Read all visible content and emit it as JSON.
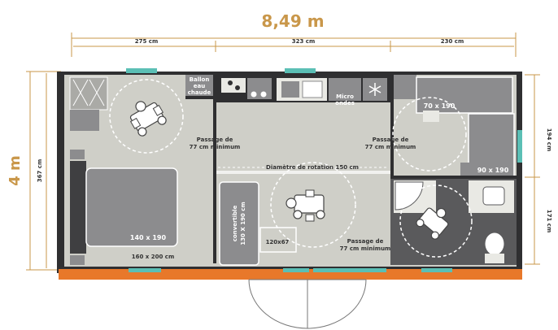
{
  "dimensions": {
    "length_total": "8,49 m",
    "seg1": "275 cm",
    "seg2": "323 cm",
    "seg3": "230 cm",
    "width_total": "4 m",
    "left_inner": "367 cm",
    "right_top": "194 cm",
    "right_bottom": "171 cm"
  },
  "labels": {
    "ballon_1": "Ballon",
    "ballon_2": "eau",
    "ballon_3": "chaude",
    "micro_1": "Micro",
    "micro_2": "ondes",
    "bed_main": "140 x 190",
    "bed_side": "160 x 200 cm",
    "bed_top_right": "70 x 190",
    "bed_bottom_right": "90 x 190",
    "table": "120x67",
    "convertible_1": "convertible",
    "convertible_2": "130 X 190 cm",
    "passage_1a": "Passage de",
    "passage_1b": "77 cm minimum",
    "passage_2a": "Passage de",
    "passage_2b": "77 cm minimum",
    "passage_3a": "Passage de",
    "passage_3b": "77 cm minimum",
    "rotation": "Diamètre de rotation 150 cm"
  },
  "colors": {
    "dimension_text": "#c9974a",
    "floor": "#cfcfc8",
    "furniture": "#8c8c8e",
    "wall": "#2f2f31",
    "terrace_edge": "#e8782a",
    "window": "#5bbfb5"
  },
  "icons": {
    "freezer": "snowflake-icon",
    "wheelchair": "wheelchair-icon"
  }
}
